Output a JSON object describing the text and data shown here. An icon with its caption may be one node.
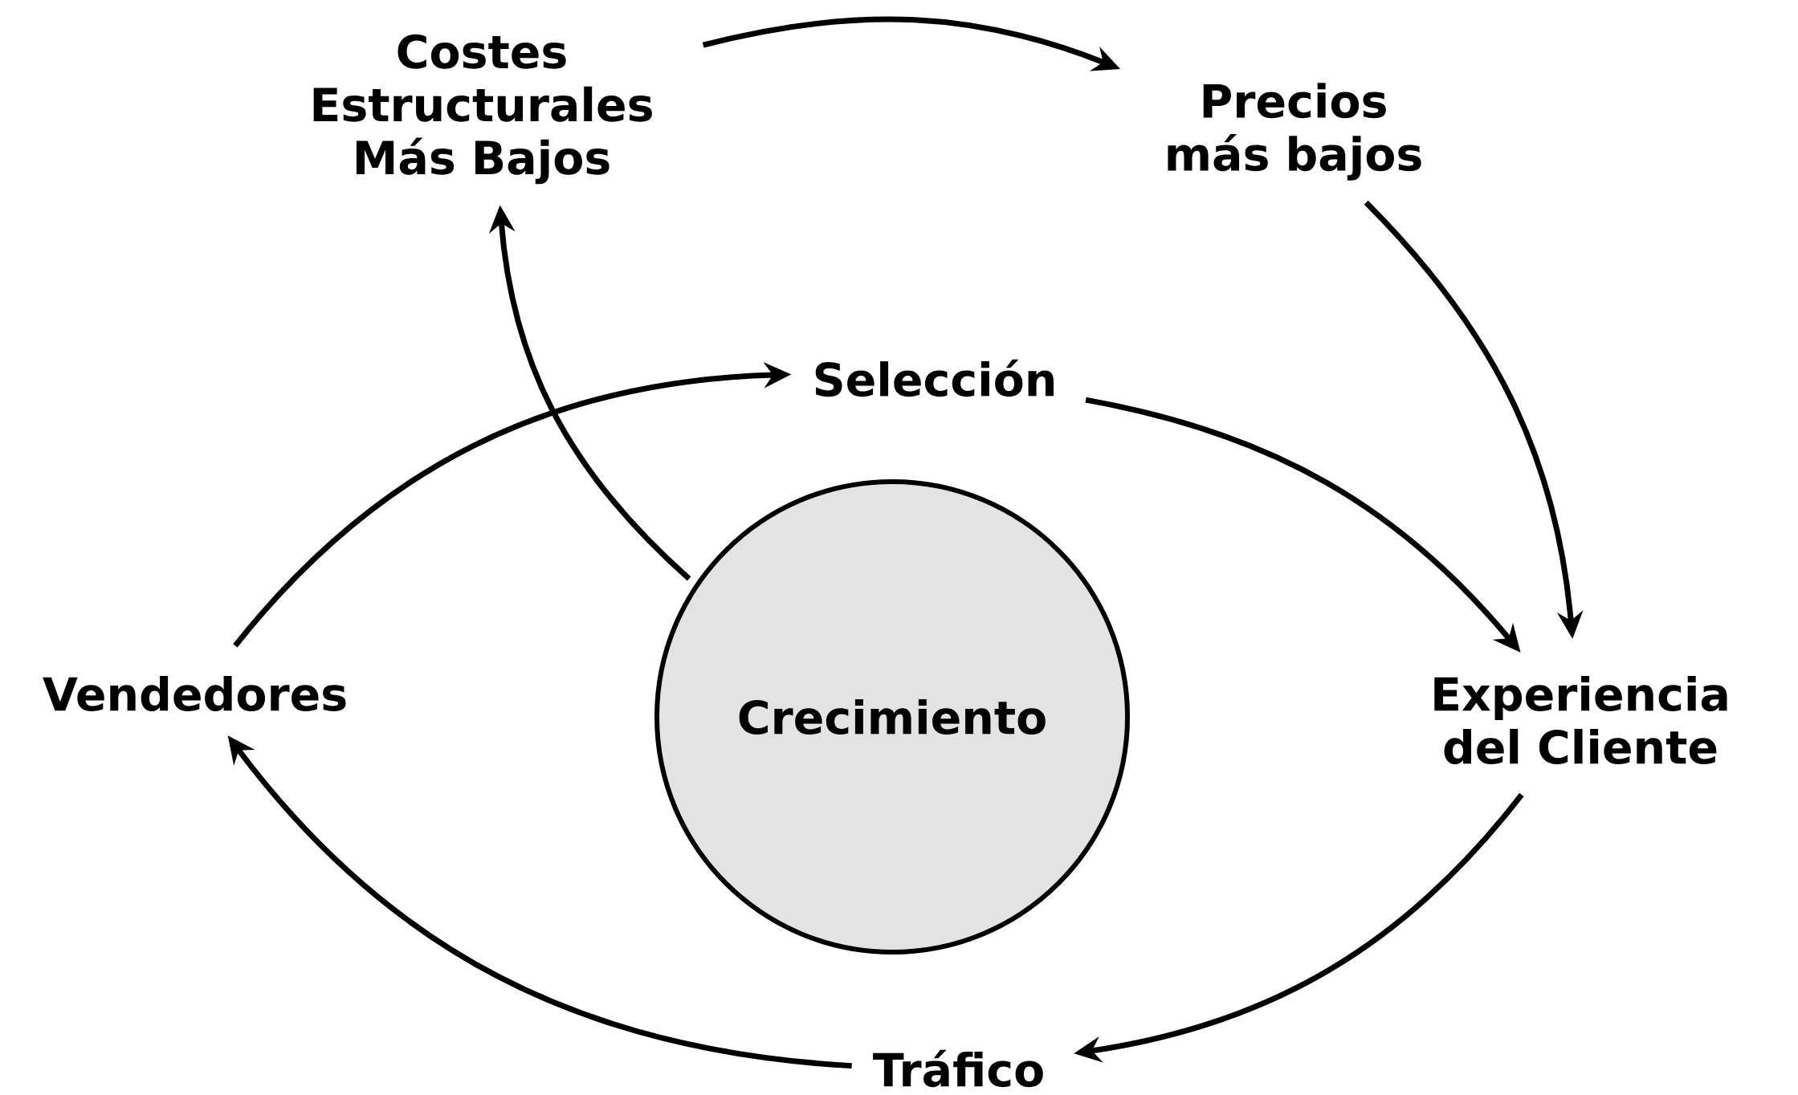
{
  "diagram": {
    "nodes": [
      {
        "text": [
          "Crecimiento"
        ]
      },
      {
        "text": [
          "Costes Estructurales Más Bajos"
        ]
      },
      {
        "text": [
          "Precios más bajos"
        ]
      },
      {
        "text": [
          "Selección"
        ]
      },
      {
        "text": [
          "Experiencia del Cliente"
        ]
      },
      {
        "text": [
          "Tráfico"
        ]
      },
      {
        "text": [
          "Vendedores"
        ]
      }
    ],
    "edges": [
      {
        "from": 0,
        "to": 1,
        "arrow": "to"
      },
      {
        "from": 1,
        "to": 2,
        "arrow": "to"
      },
      {
        "from": 2,
        "to": 4,
        "arrow": "to"
      },
      {
        "from": 3,
        "to": 4,
        "arrow": "to"
      },
      {
        "from": 4,
        "to": 5,
        "arrow": "to"
      },
      {
        "from": 5,
        "to": 6,
        "arrow": "to"
      },
      {
        "from": 6,
        "to": 3,
        "arrow": "to"
      }
    ]
  }
}
